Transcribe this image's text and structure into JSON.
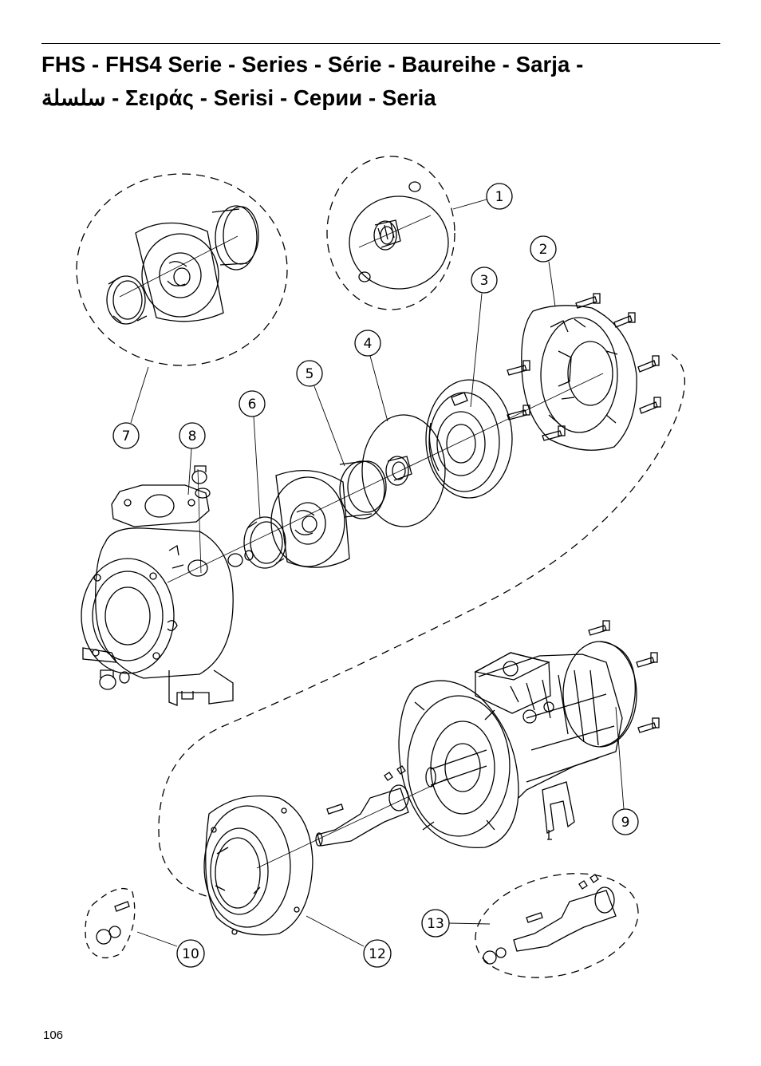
{
  "header": {
    "title_line1": "FHS - FHS4  Serie - Series - Série - Baureihe - Sarja -",
    "title_line2": "سلسلة - Σειράς - Serisi  - Серии - Seria"
  },
  "callouts": [
    "1",
    "2",
    "3",
    "4",
    "5",
    "6",
    "7",
    "8",
    "9",
    "10",
    "12",
    "13"
  ],
  "footer": {
    "page_number": "106"
  }
}
